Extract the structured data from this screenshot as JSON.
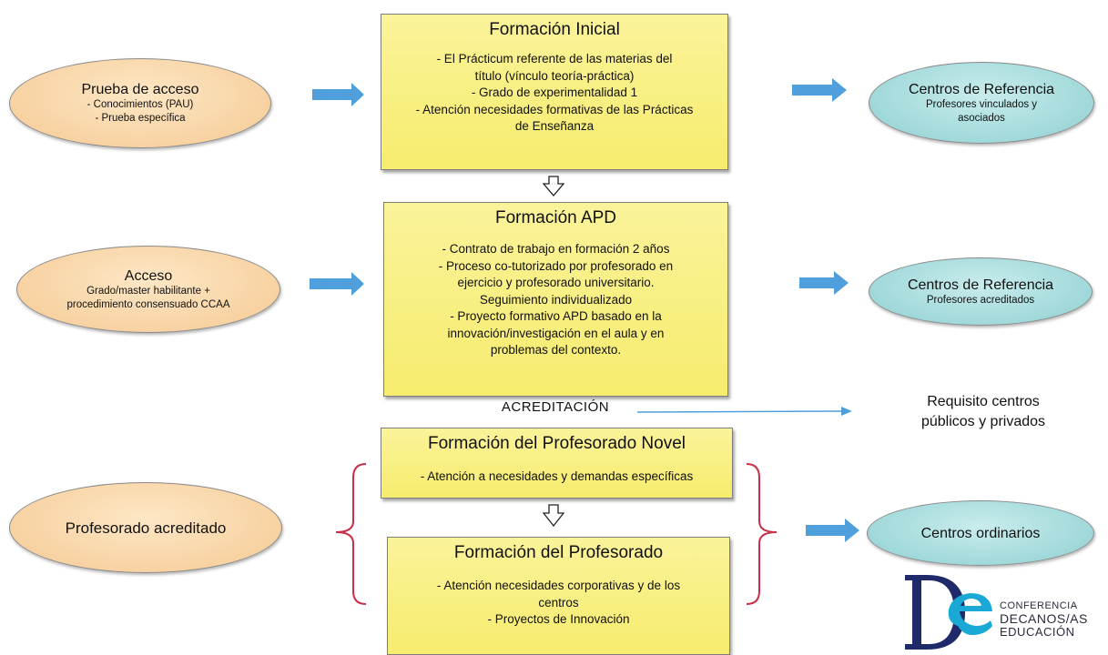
{
  "boxes": {
    "formacion_inicial": {
      "title": "Formación Inicial",
      "lines": [
        "-    El Prácticum referente de las materias del",
        "título (vínculo teoría-práctica)",
        "-    Grado de experimentalidad 1",
        "- Atención necesidades formativas de las Prácticas",
        "de Enseñanza"
      ]
    },
    "formacion_apd": {
      "title": "Formación APD",
      "lines": [
        "-    Contrato de trabajo  en formación 2 años",
        "-    Proceso co-tutorizado por profesorado en",
        "ejercicio y profesorado universitario.",
        "Seguimiento individualizado",
        "- Proyecto formativo APD basado en la",
        "innovación/investigación en el aula y en",
        "problemas del contexto."
      ]
    },
    "formacion_novel": {
      "title": "Formación del Profesorado Novel",
      "lines": [
        "- Atención a necesidades y demandas específicas"
      ]
    },
    "formacion_profesorado": {
      "title": "Formación del Profesorado",
      "lines": [
        "- Atención necesidades corporativas y de los",
        "centros",
        "- Proyectos de Innovación"
      ]
    }
  },
  "ovals": {
    "prueba_acceso": {
      "title": "Prueba de acceso",
      "lines": [
        "- Conocimientos (PAU)",
        "- Prueba específica"
      ]
    },
    "acceso": {
      "title": "Acceso",
      "lines": [
        "Grado/master habilitante +",
        "procedimiento consensuado CCAA"
      ]
    },
    "profesorado_acreditado": {
      "title": "Profesorado acreditado",
      "lines": []
    },
    "centros_ref_1": {
      "title": "Centros de Referencia",
      "lines": [
        "Profesores vinculados y",
        "asociados"
      ]
    },
    "centros_ref_2": {
      "title": "Centros de Referencia",
      "lines": [
        "Profesores acreditados"
      ]
    },
    "centros_ordinarios": {
      "title": "Centros ordinarios",
      "lines": []
    }
  },
  "labels": {
    "acreditacion": "ACREDITACIÓN",
    "requisito": [
      "Requisito centros",
      "públicos y privados"
    ]
  },
  "logo": {
    "lines": [
      "CONFERENCIA",
      "DECANOS/AS",
      "EDUCACIÓN"
    ]
  },
  "colors": {
    "box_fill": "#f6ec6e",
    "oval_orange": "#f5c993",
    "oval_teal": "#8fd0d2",
    "arrow_blue": "#4f9fdc",
    "brace_red": "#c8304a",
    "logo_navy": "#1f2a6b",
    "logo_cyan": "#1aa9d6"
  }
}
